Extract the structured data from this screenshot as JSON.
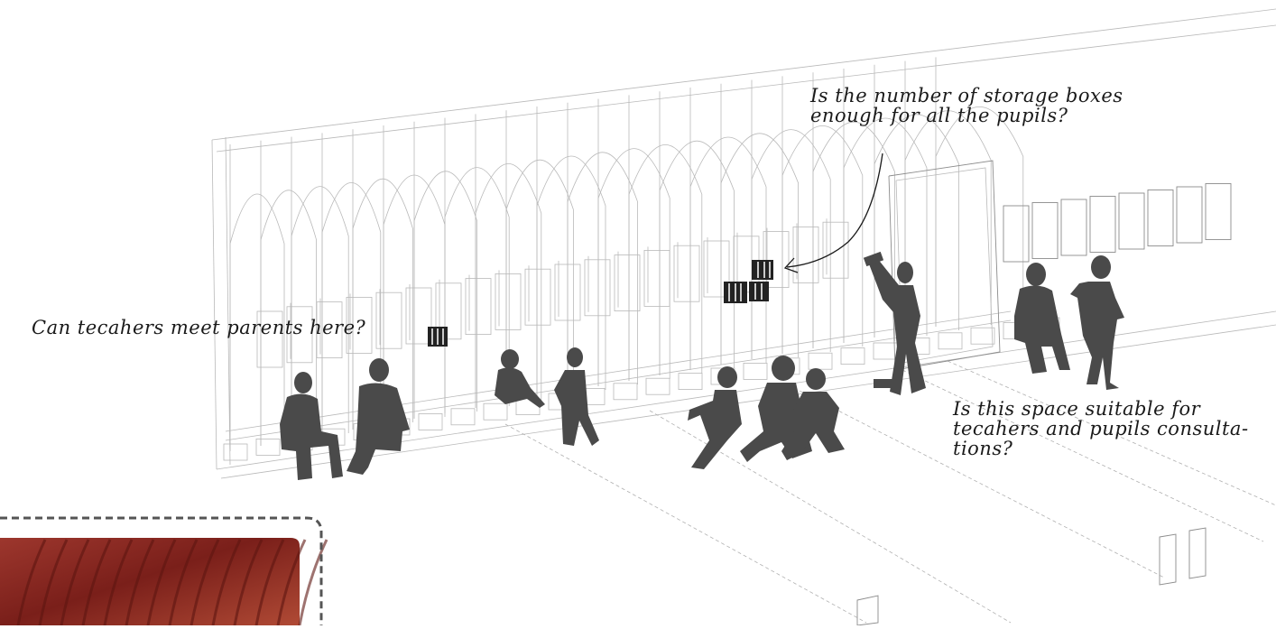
{
  "annotations": {
    "storage_question": "Is the number of storage boxes\nenough for all the pupils?",
    "parents_question": "Can tecahers meet parents here?",
    "consultation_question": "Is this space suitable for\ntecahers and pupils consulta-\ntions?"
  },
  "colors": {
    "silhouette": "#4a4a4a",
    "wireframe": "#b9b9b9",
    "inset_red": "#8e2a22",
    "inset_border": "#555555"
  },
  "icons": [
    "book-stack-icon",
    "arrow-pointer"
  ]
}
